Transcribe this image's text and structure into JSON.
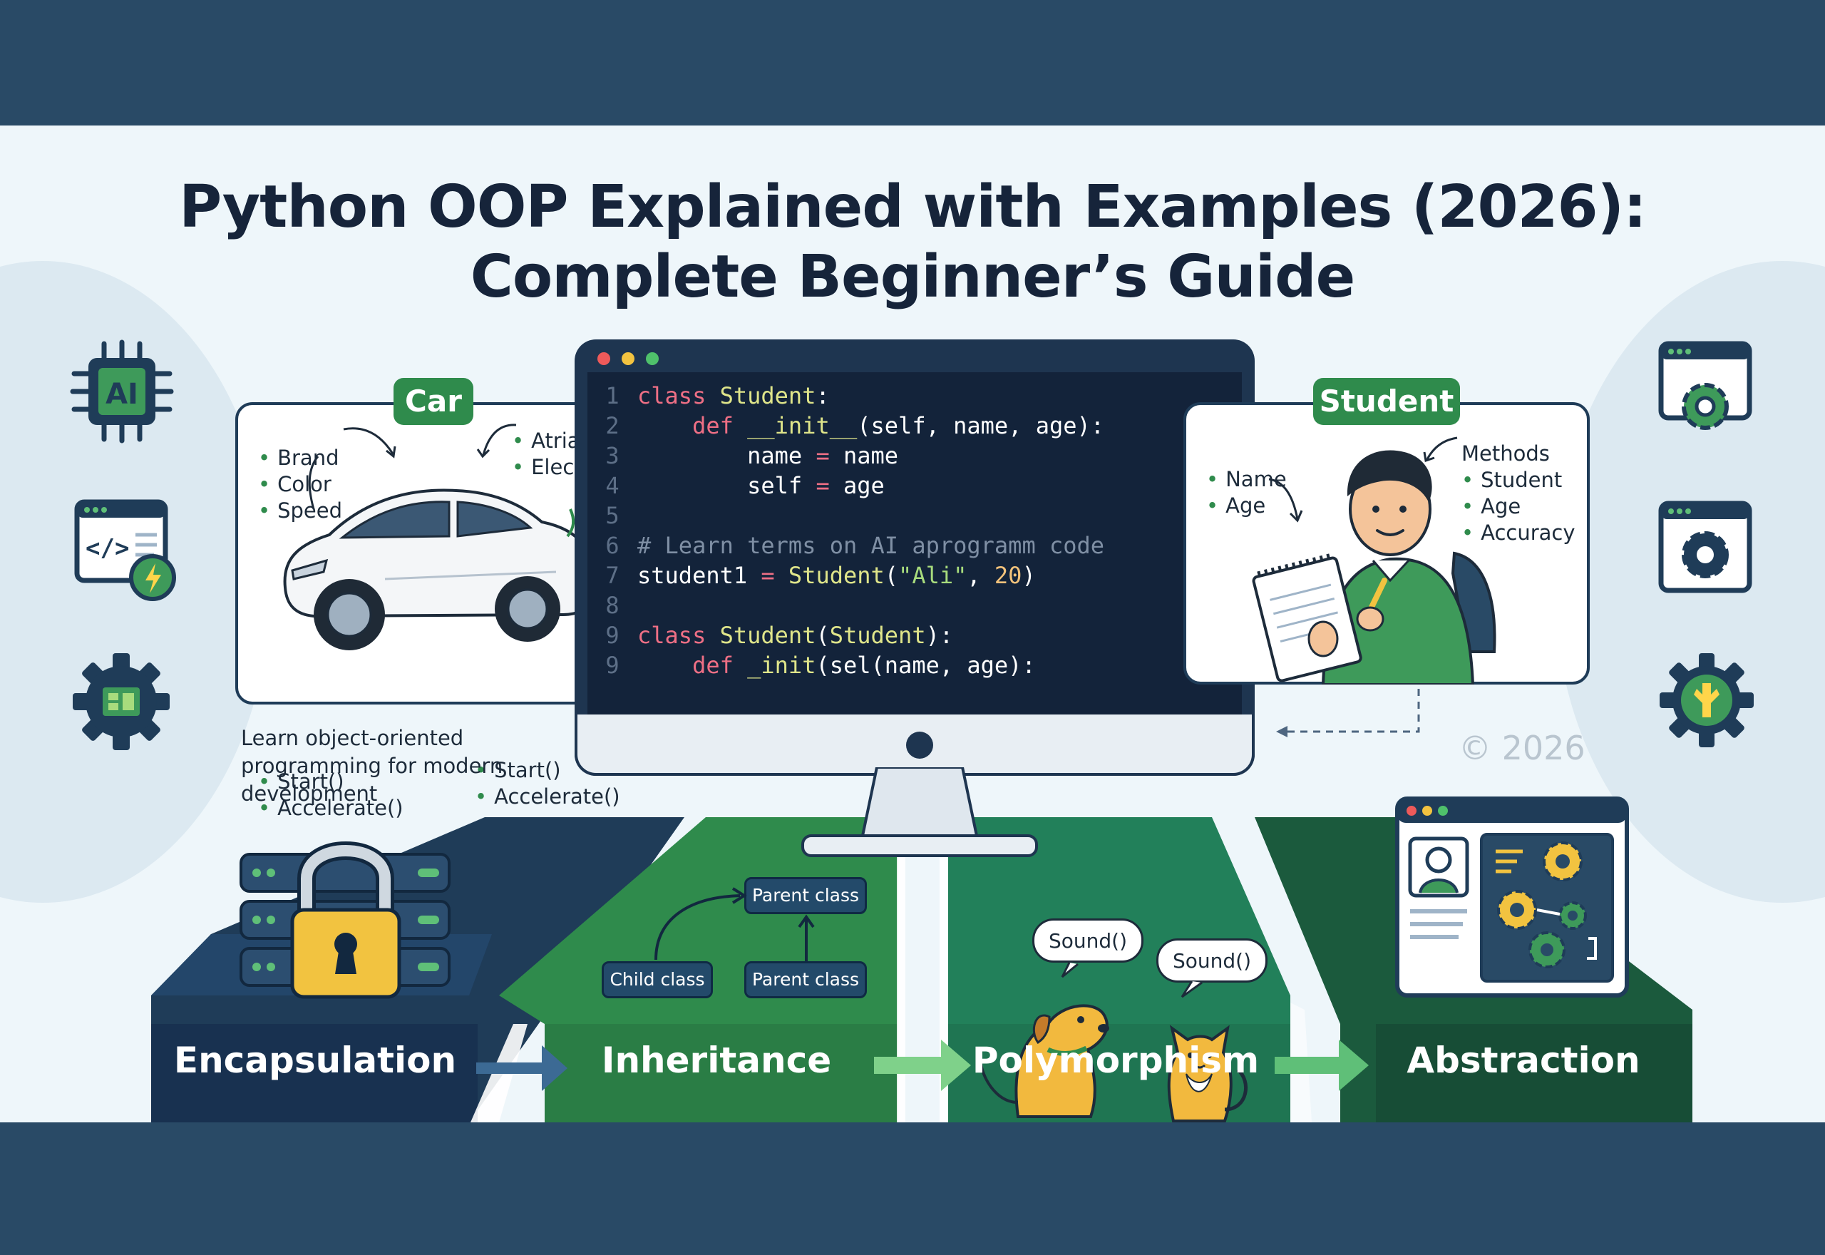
{
  "header": {
    "title_line1": "Python OOP Explained with Examples (2026):",
    "title_line2": "Complete Beginner’s Guide"
  },
  "car_card": {
    "tag": "Car",
    "attributes": [
      "Brand",
      "Color",
      "Speed"
    ],
    "types": [
      "Atria",
      "Electric"
    ],
    "methods_left": [
      "Start()",
      "Accelerate()"
    ],
    "methods_right": [
      "Start()",
      "Accelerate()"
    ]
  },
  "tagline": {
    "line1": "Learn object-oriented",
    "line2": "programming for modern",
    "line3": "development"
  },
  "code": {
    "lines": [
      {
        "num": "1",
        "parts": [
          [
            "kw",
            "class "
          ],
          [
            "cl",
            "Student"
          ],
          [
            "tx",
            ":"
          ]
        ]
      },
      {
        "num": "2",
        "parts": [
          [
            "tx",
            "    "
          ],
          [
            "kw",
            "def "
          ],
          [
            "cl",
            "__init__"
          ],
          [
            "tx",
            "(self, name, age):"
          ]
        ]
      },
      {
        "num": "3",
        "parts": [
          [
            "tx",
            "        name "
          ],
          [
            "kw",
            "="
          ],
          [
            "tx",
            " name"
          ]
        ]
      },
      {
        "num": "4",
        "parts": [
          [
            "tx",
            "        self "
          ],
          [
            "kw",
            "="
          ],
          [
            "tx",
            " age"
          ]
        ]
      },
      {
        "num": "5",
        "parts": []
      },
      {
        "num": "6",
        "parts": [
          [
            "cm",
            "# Learn terms on AI aprogramm code"
          ]
        ]
      },
      {
        "num": "7",
        "parts": [
          [
            "tx",
            "student1 "
          ],
          [
            "kw",
            "="
          ],
          [
            "tx",
            " "
          ],
          [
            "cl",
            "Student"
          ],
          [
            "tx",
            "("
          ],
          [
            "st",
            "\"Ali\""
          ],
          [
            "tx",
            ", "
          ],
          [
            "nm",
            "20"
          ],
          [
            "tx",
            ")"
          ]
        ]
      },
      {
        "num": "8",
        "parts": []
      },
      {
        "num": "9",
        "parts": [
          [
            "kw",
            "class "
          ],
          [
            "cl",
            "Student"
          ],
          [
            "tx",
            "("
          ],
          [
            "cl",
            "Student"
          ],
          [
            "tx",
            "):"
          ]
        ]
      },
      {
        "num": "9",
        "parts": [
          [
            "tx",
            "    "
          ],
          [
            "kw",
            "def "
          ],
          [
            "cl",
            "_init"
          ],
          [
            "tx",
            "(sel(name, age):"
          ]
        ]
      }
    ]
  },
  "student_card": {
    "tag": "Student",
    "attributes": [
      "Name",
      "Age"
    ],
    "methods_title": "Methods",
    "methods": [
      "Student",
      "Age",
      "Accuracy"
    ]
  },
  "copyright": "© 2026",
  "inheritance": {
    "parent_top": "Parent class",
    "child": "Child class",
    "parent_bottom": "Parent class"
  },
  "polymorphism": {
    "dog_sound": "Sound()",
    "cat_sound": "Sound()"
  },
  "pillars": [
    "Encapsulation",
    "Inheritance",
    "Polymorphism",
    "Abstraction"
  ],
  "icons": {
    "left": [
      "ai-chip-icon",
      "code-window-icon",
      "gear-screen-icon"
    ],
    "right": [
      "browser-gear-icon",
      "browser-gear-icon",
      "wrench-gear-icon"
    ]
  },
  "colors": {
    "navy": "#1f3c58",
    "green": "#2f8b4c",
    "dark_green": "#1b5a3d",
    "code_bg": "#13233a",
    "background": "#eef6fa",
    "band": "#294a66"
  }
}
